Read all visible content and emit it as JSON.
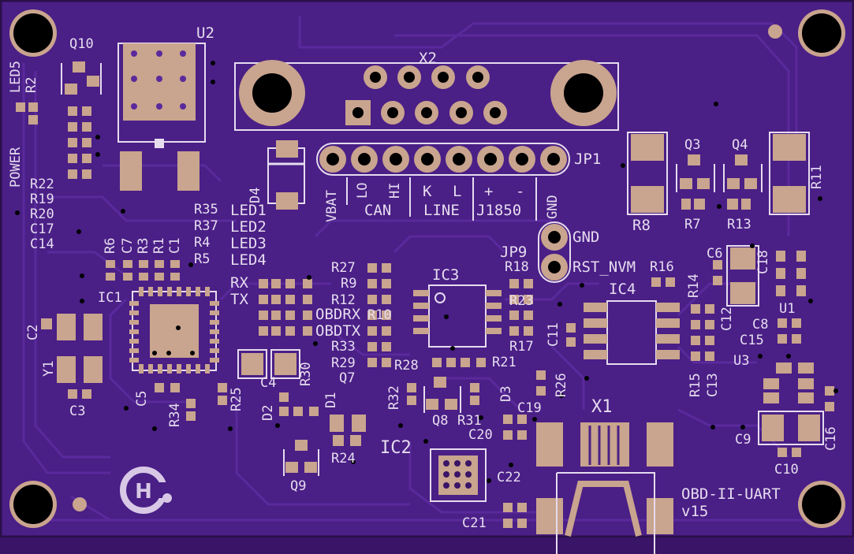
{
  "board": {
    "title": "OBD-II-UART",
    "version": "v15",
    "colors": {
      "substrate": "#4a1f86",
      "trace": "#5a2a9c",
      "pad": "#c9a48e",
      "silk": "#e6dcef",
      "hole": "#000000",
      "edge": "#2a0f4a"
    }
  },
  "labels": {
    "x2": "X2",
    "u2": "U2",
    "q10": "Q10",
    "led5": "LED5",
    "r2": "R2",
    "power": "POWER",
    "jp1": "JP1",
    "d4": "D4",
    "vbat": "VBAT",
    "lo": "LO",
    "hi": "HI",
    "can": "CAN",
    "k": "K",
    "l": "L",
    "line": "LINE",
    "plus": "+",
    "minus": "-",
    "j1850": "J1850",
    "gnd_v": "GND",
    "r8": "R8",
    "q3": "Q3",
    "q4": "Q4",
    "r11": "R11",
    "r7": "R7",
    "r13": "R13",
    "r22": "R22",
    "r19": "R19",
    "r20": "R20",
    "c17": "C17",
    "c14": "C14",
    "r35": "R35",
    "r37": "R37",
    "r4": "R4",
    "r5": "R5",
    "led1": "LED1",
    "led2": "LED2",
    "led3": "LED3",
    "led4": "LED4",
    "gnd": "GND",
    "jp9": "JP9",
    "rst_nvm": "RST_NVM",
    "r18": "R18",
    "r16": "R16",
    "c6": "C6",
    "c18": "C18",
    "r6": "R6",
    "c7": "C7",
    "r3": "R3",
    "r1": "R1",
    "c1": "C1",
    "rx": "RX",
    "tx": "TX",
    "r27": "R27",
    "r9": "R9",
    "r12": "R12",
    "r10": "R10",
    "obdrx": "OBDRX",
    "obdtx": "OBDTX",
    "r33": "R33",
    "r29": "R29",
    "ic3": "IC3",
    "r23": "R23",
    "r17": "R17",
    "ic4": "IC4",
    "c11": "C11",
    "r14": "R14",
    "c12": "C12",
    "u1": "U1",
    "c8": "C8",
    "c15": "C15",
    "u3": "U3",
    "ic1": "IC1",
    "c2": "C2",
    "y1": "Y1",
    "c3": "C3",
    "c5": "C5",
    "r34": "R34",
    "r25": "R25",
    "c4": "C4",
    "r30": "R30",
    "q7": "Q7",
    "d2": "D2",
    "d1": "D1",
    "r24": "R24",
    "q9": "Q9",
    "r32": "R32",
    "r28": "R28",
    "q8": "Q8",
    "r31": "R31",
    "d3": "D3",
    "r21": "R21",
    "r26": "R26",
    "r15": "R15",
    "c13": "C13",
    "x1": "X1",
    "c19": "C19",
    "c20": "C20",
    "ic2": "IC2",
    "c22": "C22",
    "c21": "C21",
    "c9": "C9",
    "c10": "C10",
    "c16": "C16"
  }
}
